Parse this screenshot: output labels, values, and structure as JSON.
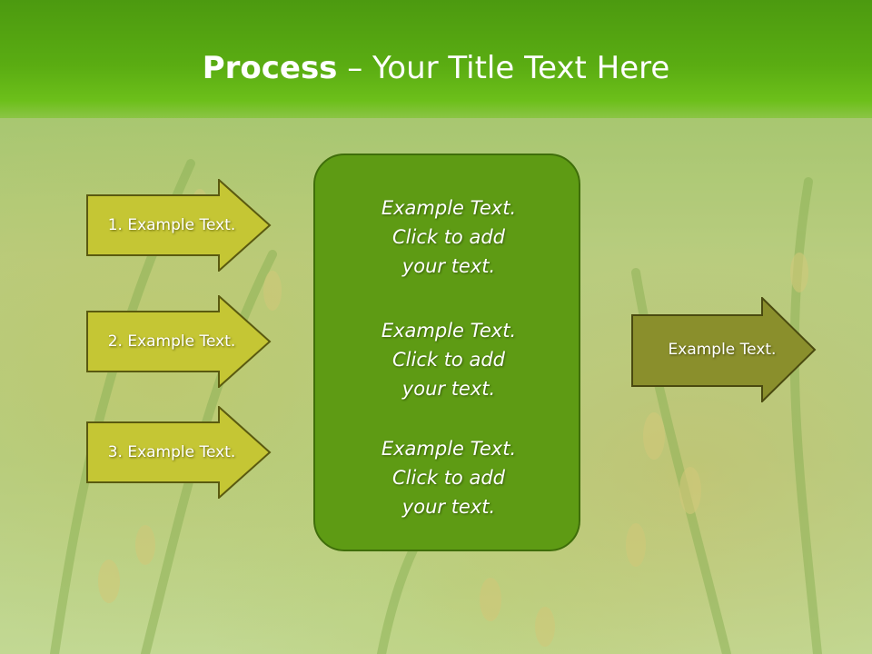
{
  "slide": {
    "title_bold": "Process",
    "title_rest": " – Your Title Text Here"
  },
  "steps": [
    {
      "label": "1. Example Text."
    },
    {
      "label": "2. Example Text."
    },
    {
      "label": "3. Example Text."
    }
  ],
  "center": {
    "blocks": [
      {
        "line1": "Example Text.",
        "line2": "Click  to add",
        "line3": "your text."
      },
      {
        "line1": "Example Text.",
        "line2": "Click  to add",
        "line3": "your text."
      },
      {
        "line1": "Example Text.",
        "line2": "Click  to add",
        "line3": "your text."
      }
    ]
  },
  "output": {
    "label": "Example Text."
  },
  "colors": {
    "header_green": "#5aac12",
    "step_arrow_fill": "#c5c634",
    "center_fill": "#5e9b14",
    "output_arrow_fill": "#8a8f2c"
  }
}
